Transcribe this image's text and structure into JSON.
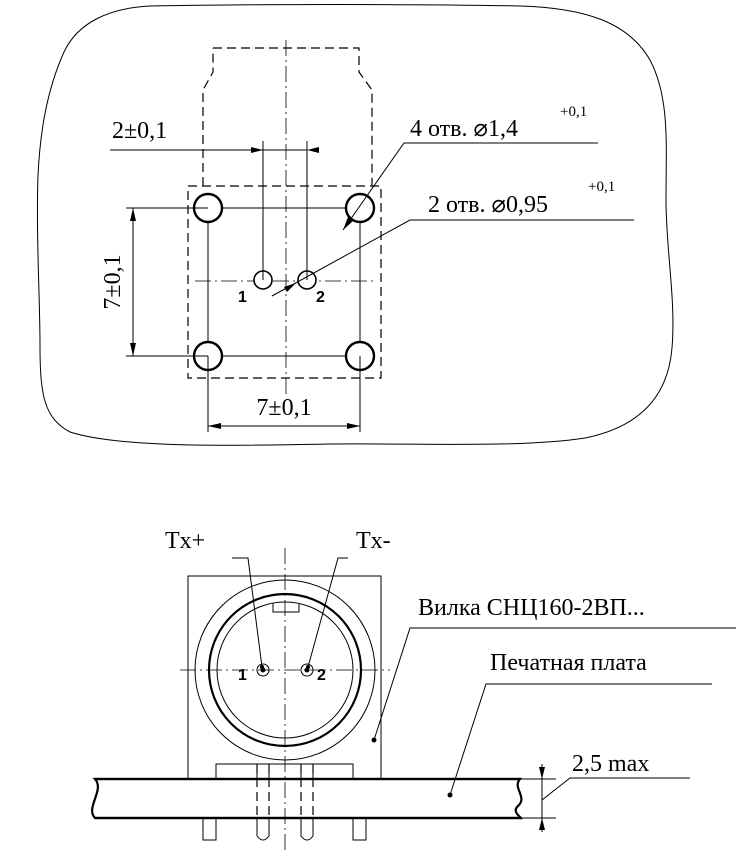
{
  "footprint": {
    "dim_pin_spacing": "2±0,1",
    "dim_vertical": "7±0,1",
    "dim_horizontal": "7±0,1",
    "mount_holes": {
      "label": "4 отв. ⌀1,4",
      "tolerance": "+0,1"
    },
    "pin_holes": {
      "label": "2 отв. ⌀0,95",
      "tolerance": "+0,1"
    },
    "pin1": "1",
    "pin2": "2"
  },
  "side_view": {
    "signal_plus": "Tx+",
    "signal_minus": "Tx-",
    "connector_label": "Вилка СНЦ160-2ВП...",
    "pcb_label": "Печатная плата",
    "height_label": "2,5 max",
    "pin1": "1",
    "pin2": "2"
  }
}
